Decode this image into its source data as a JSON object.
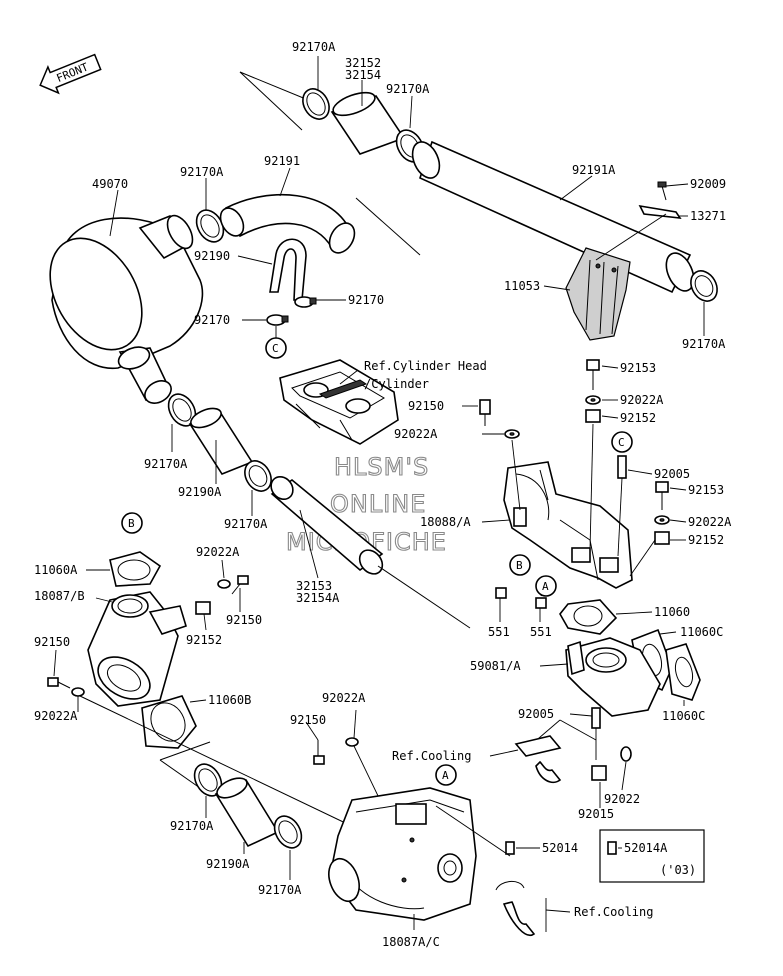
{
  "direction_label": "FRONT",
  "watermark": {
    "line1": "HLSM'S",
    "line2": "ONLINE",
    "line3": "MICROFICHE"
  },
  "labels": {
    "p92170A_top": "92170A",
    "p32152": "32152",
    "p32154": "32154",
    "p92170A_top2": "92170A",
    "p92170A_left": "92170A",
    "p92191": "92191",
    "p92191A": "92191A",
    "p92009": "92009",
    "p13271": "13271",
    "p49070": "49070",
    "p92190": "92190",
    "p92170_right": "92170",
    "p92170_left": "92170",
    "p11053": "11053",
    "p92170A_rt": "92170A",
    "ref_cyl_head_1": "Ref.Cylinder Head",
    "ref_cyl_head_2": "/Cylinder",
    "p92153_a": "92153",
    "p92022A_a": "92022A",
    "p92152_a": "92152",
    "p92150_a": "92150",
    "p92022A_b": "92022A",
    "p92170A_mid": "92170A",
    "p92190A_mid": "92190A",
    "p92170A_mid2": "92170A",
    "p92005_a": "92005",
    "p92153_b": "92153",
    "p18088A": "18088/A",
    "p92022A_c": "92022A",
    "p92152_b": "92152",
    "p32153": "32153",
    "p32154A": "32154A",
    "p11060A": "11060A",
    "p92022A_d": "92022A",
    "p18087B": "18087/B",
    "p92150_b": "92150",
    "p92152_c": "92152",
    "p551_a": "551",
    "p551_b": "551",
    "p11060": "11060",
    "p11060C_a": "11060C",
    "p59081A": "59081/A",
    "p92150_c": "92150",
    "p92022A_e": "92022A",
    "p11060B": "11060B",
    "p11060C_b": "11060C",
    "p92022A_f": "92022A",
    "p92150_d": "92150",
    "p92005_b": "92005",
    "ref_cooling_1": "Ref.Cooling",
    "p92022": "92022",
    "p92015": "92015",
    "p92170A_bl": "92170A",
    "p92190A_bl": "92190A",
    "p92170A_bl2": "92170A",
    "p52014": "52014",
    "p52014A": "52014A",
    "year_note": "('03)",
    "ref_cooling_2": "Ref.Cooling",
    "p18087AC": "18087A/C"
  },
  "callouts": {
    "A1": "A",
    "A2": "A",
    "B1": "B",
    "B2": "B",
    "C1": "C",
    "C2": "C"
  }
}
